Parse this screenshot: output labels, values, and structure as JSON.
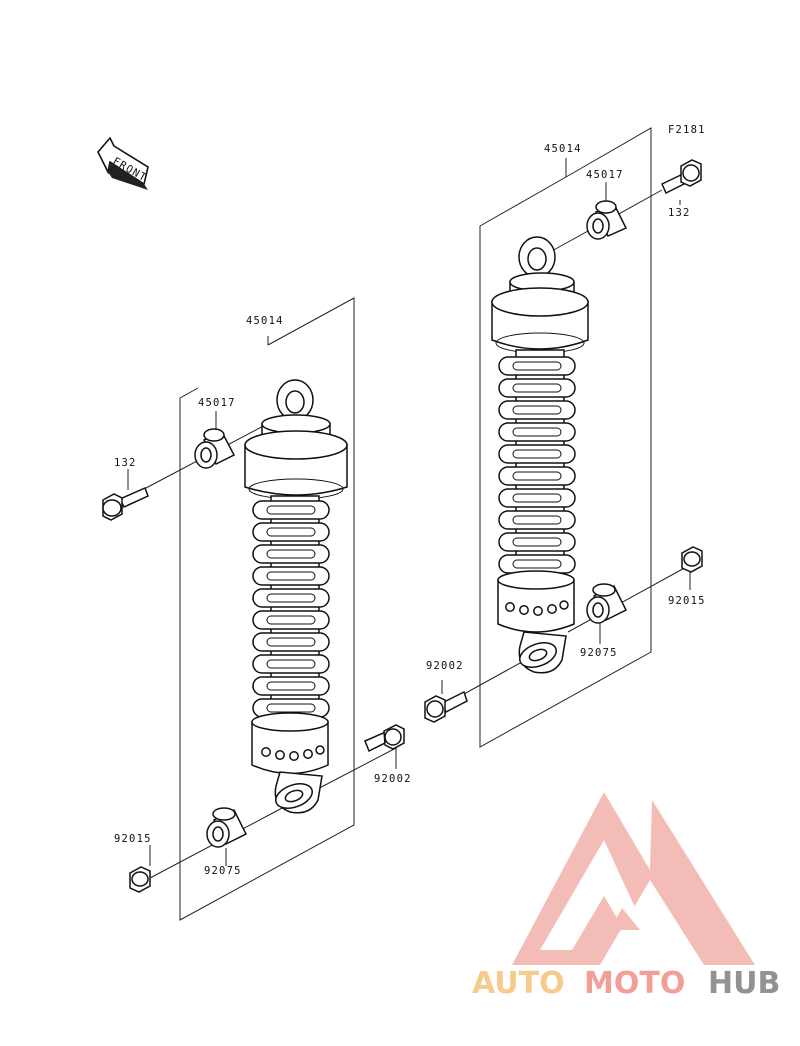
{
  "figure_code": "F2181",
  "front_label": "FRONT",
  "parts": {
    "left": {
      "absorber": "45014",
      "bushing_top": "45017",
      "bolt_top": "132",
      "bolt_bottom": "92002",
      "nut_bottom": "92015",
      "bushing_bottom": "92075"
    },
    "right": {
      "absorber": "45014",
      "bushing_top": "45017",
      "bolt_top": "132",
      "bolt_bottom": "92002",
      "nut_bottom": "92015",
      "bushing_bottom": "92075"
    }
  },
  "watermark": {
    "text_1": "AUTO",
    "text_2": "MOTO",
    "text_3": "HUB",
    "color_1": "#f5c27a",
    "color_2": "#f08f86",
    "color_3": "#7f7f7f"
  }
}
